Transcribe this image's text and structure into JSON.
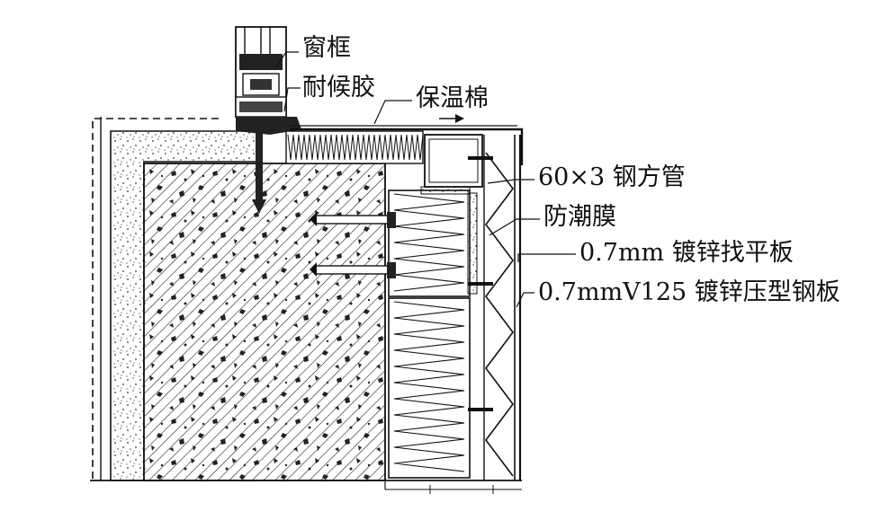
{
  "labels": {
    "window_frame": "窗框",
    "weather_sealant": "耐候胶",
    "insulation_wool": "保温棉",
    "steel_tube": "60×3 钢方管",
    "moisture_membrane": "防潮膜",
    "leveling_sheet": "0.7mm 镀锌找平板",
    "profiled_sheet": "0.7mmV125 镀锌压型钢板"
  },
  "colors": {
    "ink": "#111111",
    "paper": "#ffffff"
  }
}
